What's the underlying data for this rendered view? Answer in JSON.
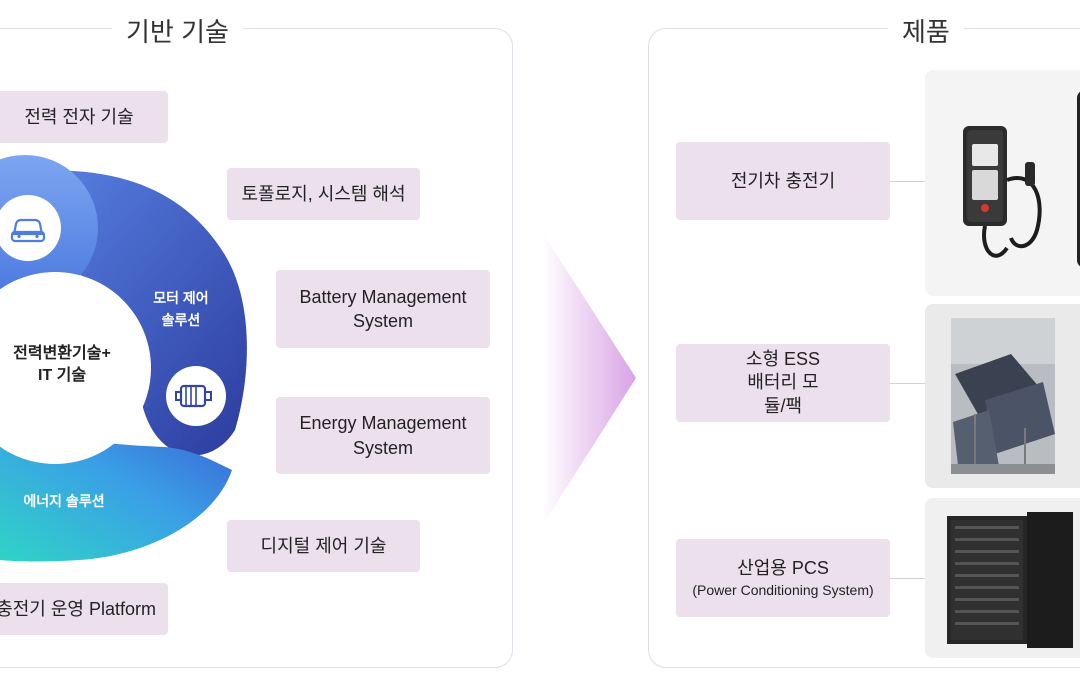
{
  "left_panel": {
    "title": "기반 기술",
    "tags": [
      "전력 전자 기술",
      "토폴로지, 시스템 해석",
      "Battery Management System",
      "Energy Management System",
      "디지털 제어 기술",
      "충전기 운영 Platform"
    ],
    "center_label": "전력변환기술+ IT 기술",
    "petals": {
      "motor": "모터 제어 솔루션",
      "energy": "에너지 솔루션"
    },
    "icons": [
      "car-icon",
      "motor-icon"
    ]
  },
  "right_panel": {
    "title": "제품",
    "products": [
      {
        "name": "전기차 충전기",
        "sub": ""
      },
      {
        "name": "소형 ESS 배터리 모듈/팩",
        "sub": ""
      },
      {
        "name": "산업용 PCS",
        "sub": "(Power Conditioning System)"
      }
    ]
  },
  "colors": {
    "tag_bg": "#ece0ec",
    "petal_dark": "#2f40a8",
    "petal_light": "#3aa0e8",
    "petal_teal": "#2fd4c7",
    "arrow": "#d9a3e6"
  }
}
